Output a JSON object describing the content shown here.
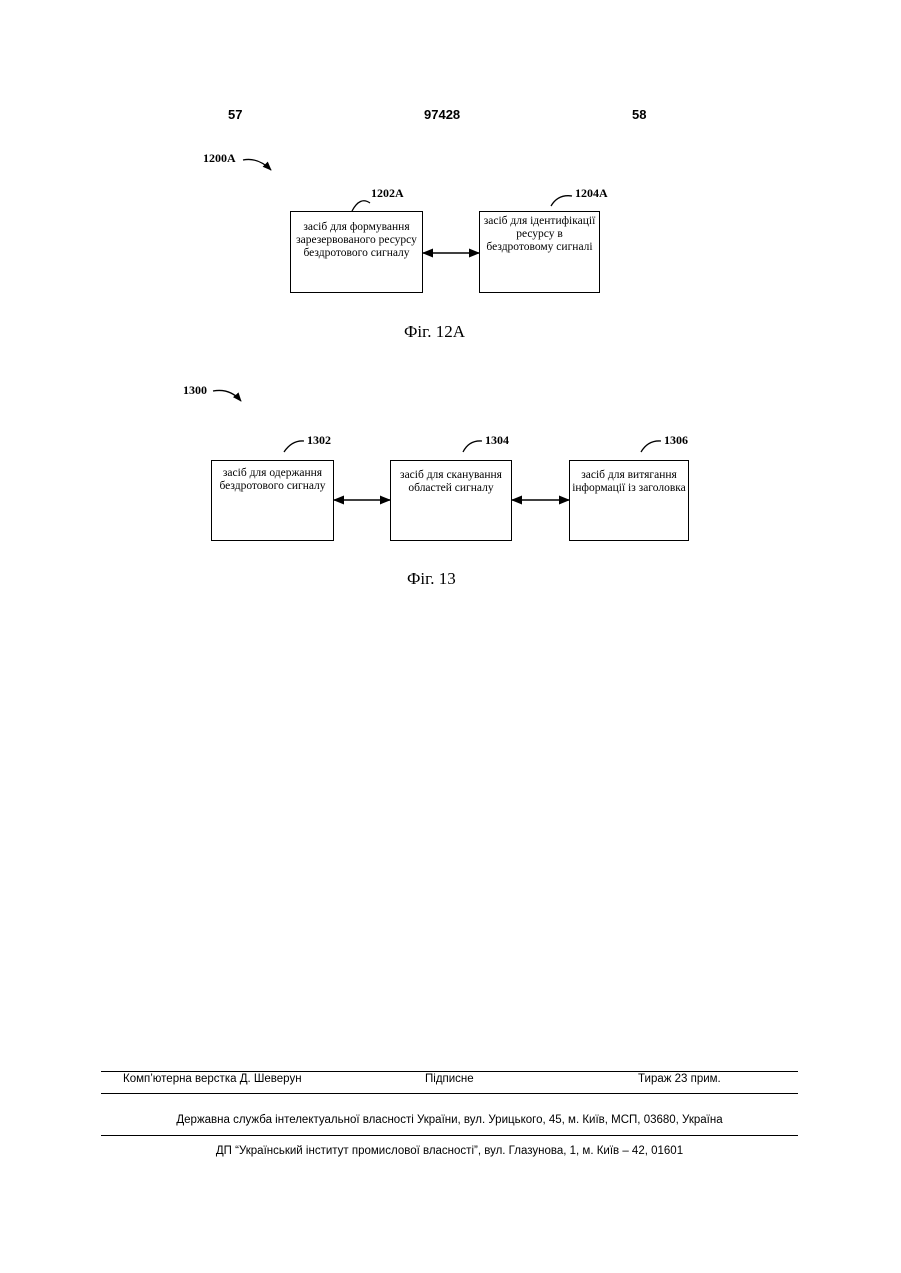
{
  "header": {
    "left_page": "57",
    "doc_number": "97428",
    "right_page": "58"
  },
  "figure_12a": {
    "diagram_ref": "1200A",
    "box_1": {
      "ref": "1202A",
      "lines": [
        "засіб для формування",
        "зарезервованого ресурсу",
        "бездротового сигналу"
      ]
    },
    "box_2": {
      "ref": "1204A",
      "lines": [
        "засіб для ідентифікації",
        "ресурсу в",
        "бездротовому сигналі"
      ]
    },
    "caption": "Фіг. 12A"
  },
  "figure_13": {
    "diagram_ref": "1300",
    "box_1": {
      "ref": "1302",
      "lines": [
        "засіб для одержання",
        "бездротового сигналу"
      ]
    },
    "box_2": {
      "ref": "1304",
      "lines": [
        "засіб для сканування",
        "областей сигналу"
      ]
    },
    "box_3": {
      "ref": "1306",
      "lines": [
        "засіб для витягання",
        "інформації із заголовка"
      ]
    },
    "caption": "Фіг. 13"
  },
  "footer": {
    "typesetter": "Комп’ютерна верстка Д. Шеверун",
    "signed": "Підписне",
    "print_run": "Тираж 23 прим.",
    "agency": "Державна служба інтелектуальної власності України, вул. Урицького, 45, м. Київ, МСП, 03680, Україна",
    "institute": "ДП “Український інститут промислової власності”, вул. Глазунова, 1, м. Київ – 42, 01601"
  }
}
